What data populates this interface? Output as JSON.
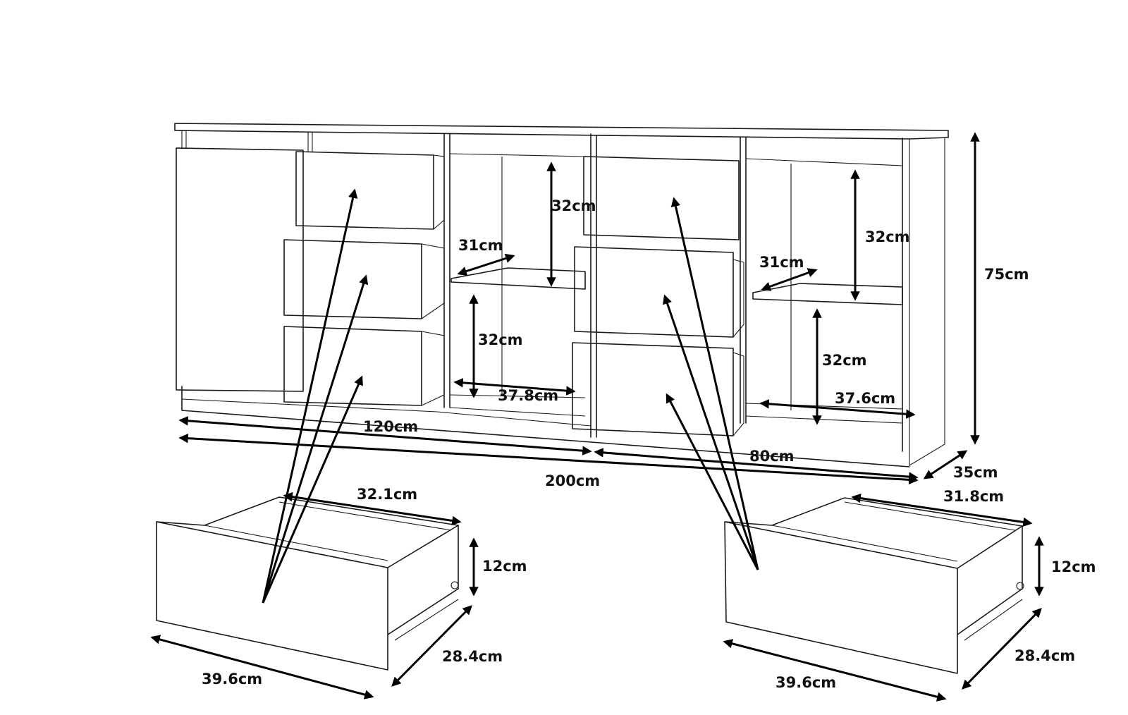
{
  "dimensions": {
    "left_section_width": "120cm",
    "total_width": "200cm",
    "right_section_width": "80cm",
    "depth": "35cm",
    "height": "75cm",
    "left_upper_shelf_height": "32cm",
    "left_lower_shelf_height": "32cm",
    "left_shelf_depth": "31cm",
    "left_shelf_width": "37.8cm",
    "right_upper_shelf_height": "32cm",
    "right_lower_shelf_height": "32cm",
    "right_shelf_depth": "31cm",
    "right_shelf_width": "37.6cm",
    "left_drawer_depth": "32.1cm",
    "left_drawer_height": "12cm",
    "left_drawer_side": "28.4cm",
    "left_drawer_width": "39.6cm",
    "right_drawer_depth": "31.8cm",
    "right_drawer_height": "12cm",
    "right_drawer_side": "28.4cm",
    "right_drawer_width": "39.6cm"
  }
}
